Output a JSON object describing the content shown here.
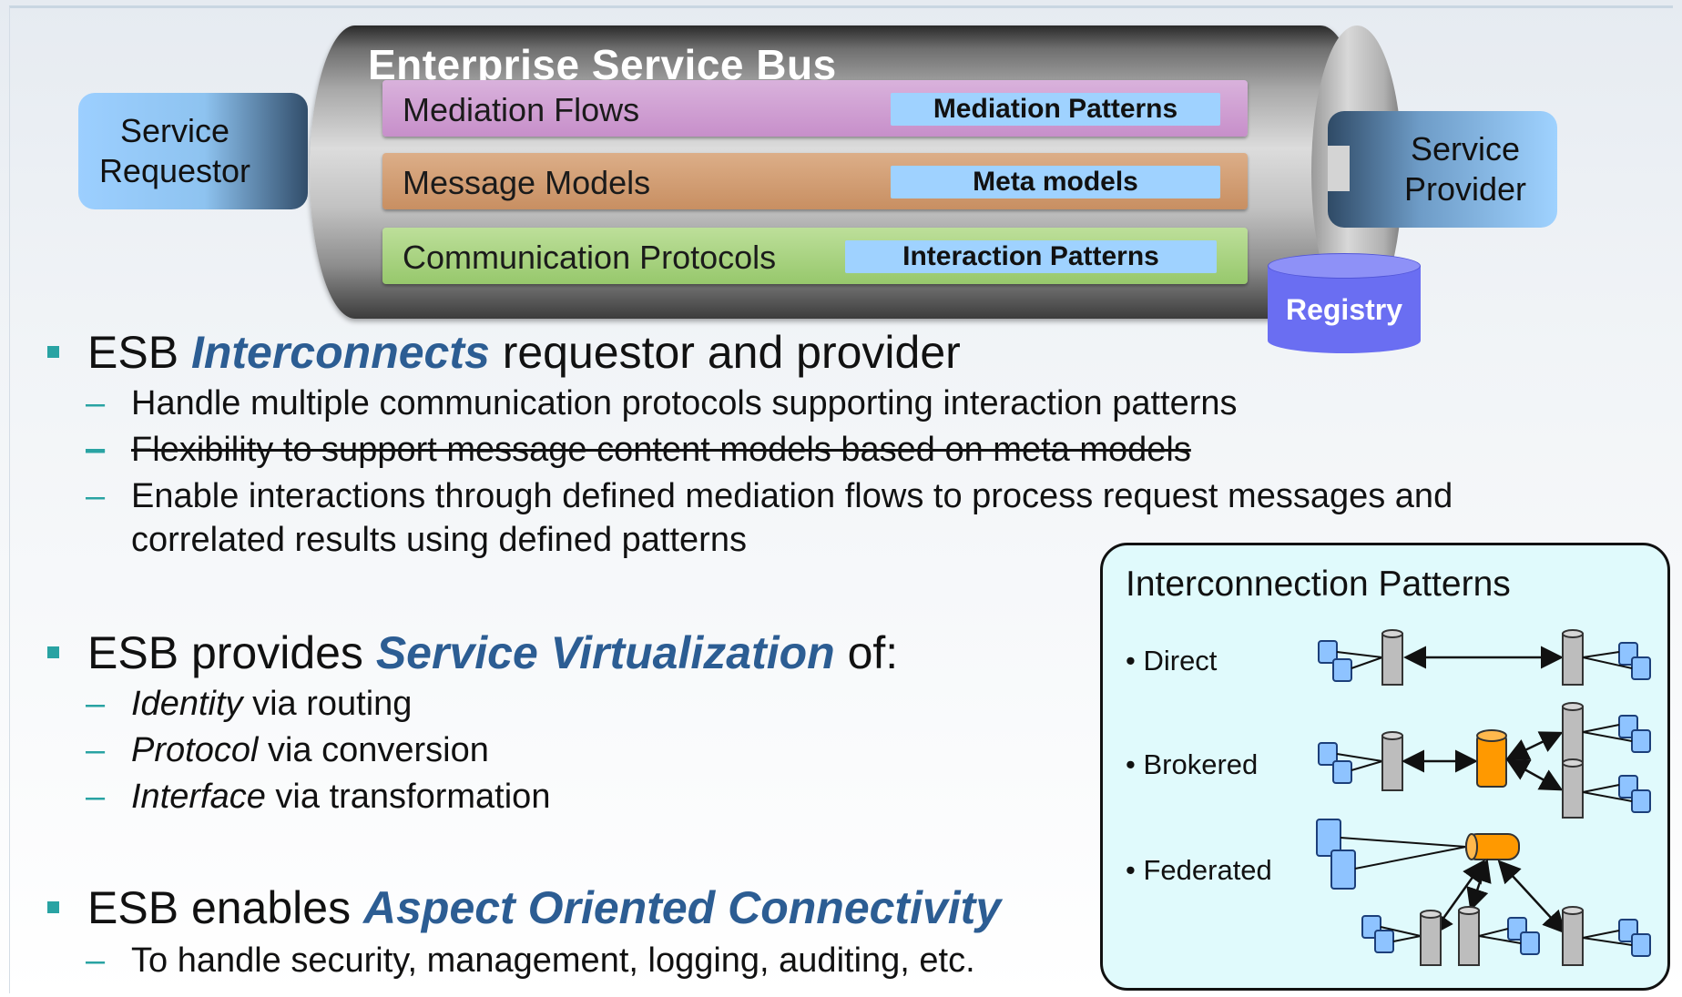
{
  "bus": {
    "title": "Enterprise Service Bus",
    "layers": [
      {
        "label": "Mediation Flows",
        "tag": "Mediation Patterns"
      },
      {
        "label": "Message Models",
        "tag": "Meta models"
      },
      {
        "label": "Communication Protocols",
        "tag": "Interaction Patterns"
      }
    ]
  },
  "requestor": {
    "line1": "Service",
    "line2": "Requestor"
  },
  "provider": {
    "line1": "Service",
    "line2": "Provider"
  },
  "registry": "Registry",
  "bullets": [
    {
      "pre": "ESB ",
      "emph": "Interconnects",
      "post": " requestor and provider",
      "subs": [
        "Handle multiple communication protocols supporting interaction patterns",
        "Flexibility to support message content models based on meta models",
        "Enable interactions through defined mediation flows to process request messages and",
        "correlated results using defined patterns"
      ]
    },
    {
      "pre": "ESB provides ",
      "emph": "Service Virtualization",
      "post": " of:",
      "subs": [
        {
          "it": "Identity",
          "rest": " via routing"
        },
        {
          "it": "Protocol",
          "rest": " via conversion"
        },
        {
          "it": "Interface",
          "rest": " via transformation"
        }
      ]
    },
    {
      "pre": "ESB enables ",
      "emph": "Aspect Oriented Connectivity",
      "post": "",
      "subs": [
        "To handle security, management, logging, auditing, etc."
      ]
    }
  ],
  "patterns": {
    "title": "Interconnection Patterns",
    "items": [
      "Direct",
      "Brokered",
      "Federated"
    ]
  },
  "colors": {
    "emphasis": "#2c5d93",
    "bullet": "#29a3a3",
    "service_box": "#9fd2ff",
    "registry": "#6a6ef2",
    "broker": "#ff9900",
    "bus_node": "#bdbdbd"
  },
  "icons": [
    "bus-cylinder",
    "registry-cylinder",
    "service-node-icon",
    "bus-node-icon",
    "broker-node-icon",
    "double-arrow-icon"
  ]
}
